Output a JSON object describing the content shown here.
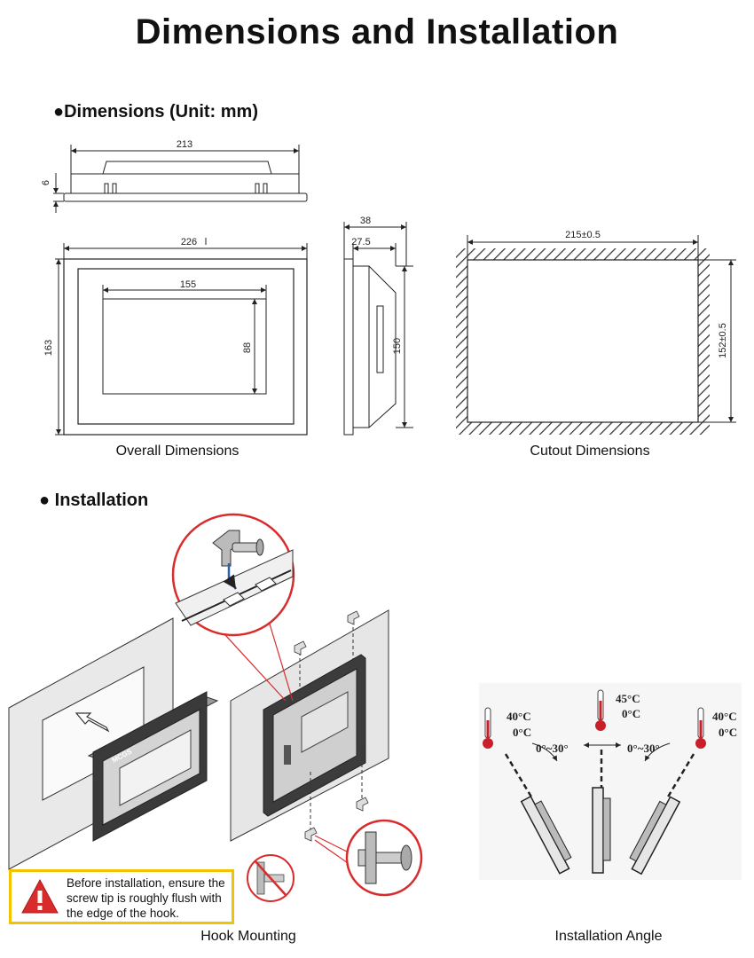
{
  "title": "Dimensions and Installation",
  "sections": {
    "dimensions_heading": "Dimensions (Unit: mm)",
    "installation_heading": "Installation"
  },
  "dimensions": {
    "top_width": "213",
    "top_depth": "6",
    "overall_width": "226",
    "overall_height": "163",
    "screen_width": "155",
    "screen_height": "88",
    "side_depth_total": "38",
    "side_depth_body": "27.5",
    "side_height": "150",
    "cutout_width": "215±0.5",
    "cutout_height": "152±0.5"
  },
  "captions": {
    "overall": "Overall Dimensions",
    "cutout": "Cutout Dimensions",
    "hook": "Hook Mounting",
    "angle": "Installation Angle"
  },
  "warning": {
    "text": "Before installation, ensure the screw tip is roughly flush with the edge of the hook."
  },
  "angles": {
    "left_temp_high": "40°C",
    "left_temp_low": "0°C",
    "center_temp_high": "45°C",
    "center_temp_low": "0°C",
    "right_temp_high": "40°C",
    "right_temp_low": "0°C",
    "left_range": "0°~30°",
    "right_range": "0°~30°"
  },
  "device_brand": "MCGS",
  "colors": {
    "accent_red": "#d92b2b",
    "warning_border": "#f2c300",
    "arrow_blue": "#2f5fb3"
  }
}
